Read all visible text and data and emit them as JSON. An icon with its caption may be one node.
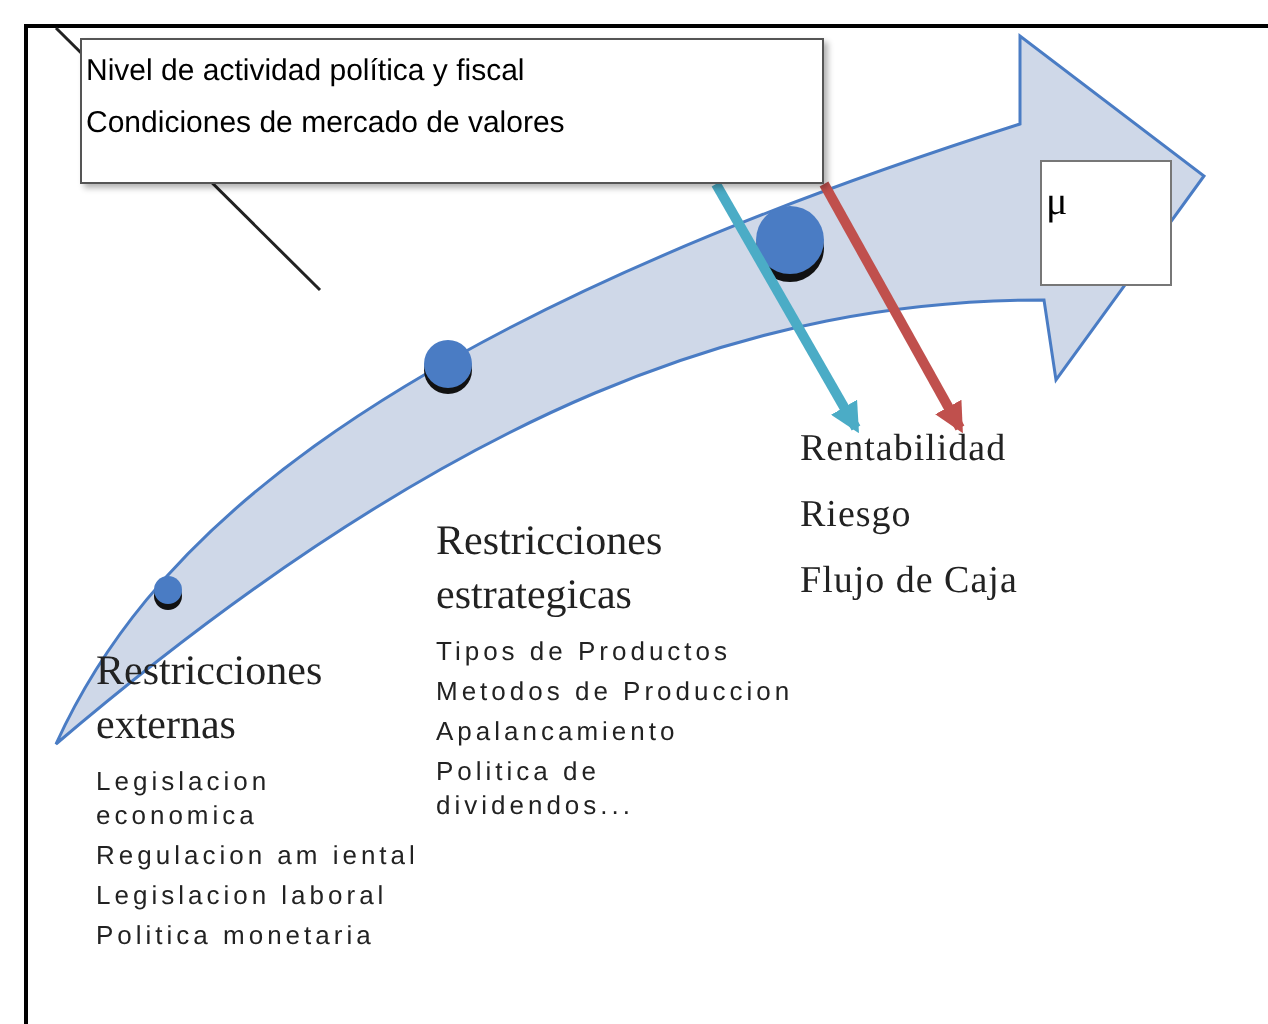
{
  "diagram": {
    "nodes": [
      {
        "text": [
          "Nivel de actividad política y fiscal",
          "Condiciones de mercado de valores"
        ]
      },
      {
        "text": [
          "μ"
        ]
      },
      {
        "text": [
          "Rentabilidad",
          "Riesgo",
          "Flujo de Caja"
        ]
      }
    ],
    "edges": [
      {
        "from": 0,
        "to": 2,
        "arrow": "to",
        "color": "#4bacc6"
      },
      {
        "from": 0,
        "to": 2,
        "arrow": "to",
        "color": "#c0504d"
      }
    ],
    "labels": [
      "Restricciones estrategicas",
      "Tipos de Productos",
      "Metodos de Produccion",
      "Apalancamiento",
      "Politica de dividendos...",
      "Restricciones externas",
      "Legislacion economica",
      "Regulacion am iental",
      "Legislacion laboral",
      "Politica monetaria"
    ]
  }
}
